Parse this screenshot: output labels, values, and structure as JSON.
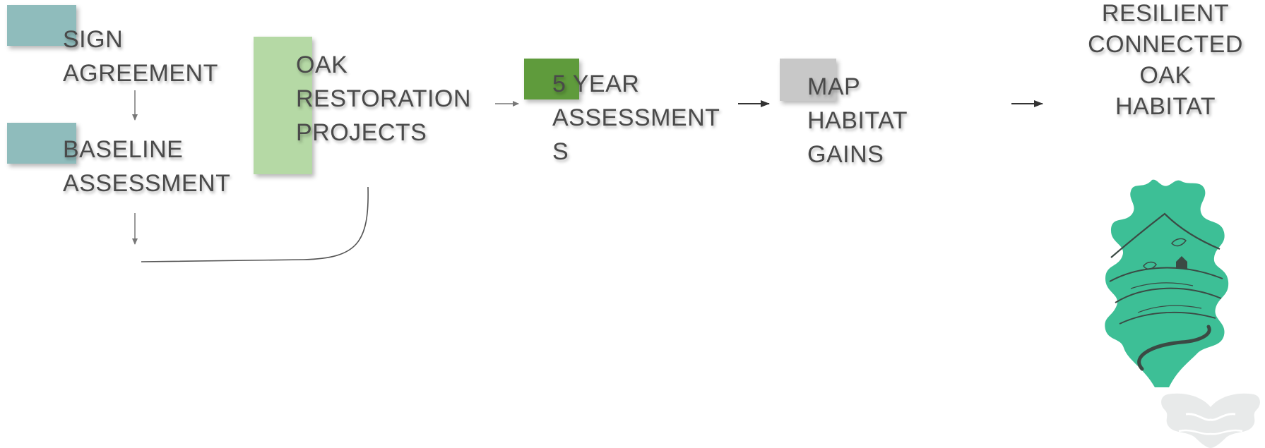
{
  "flow": {
    "sign_agreement": "SIGN\nAGREEMENT",
    "baseline_assessment": "BASELINE\nASSESSMENT",
    "oak_restoration_projects": "OAK\nRESTORATION\nPROJECTS",
    "five_year_assessments": "5 YEAR\nASSESSMENT\nS",
    "map_habitat_gains": "MAP\nHABITAT\nGAINS",
    "outcome": "RESILIENT\nCONNECTED\nOAK\nHABITAT"
  },
  "colors": {
    "teal_swatch": "#8fbcbc",
    "light_green_swatch": "#b5d9a5",
    "dark_green_swatch": "#5f9b3c",
    "grey_swatch": "#c8c8c8",
    "text": "#4a4a4a",
    "logo_green": "#3dbf96",
    "logo_dark": "#3b4a44"
  },
  "icons": {
    "logo": "oak-leaf-landscape-icon",
    "watermark": "butterfly-icon"
  }
}
